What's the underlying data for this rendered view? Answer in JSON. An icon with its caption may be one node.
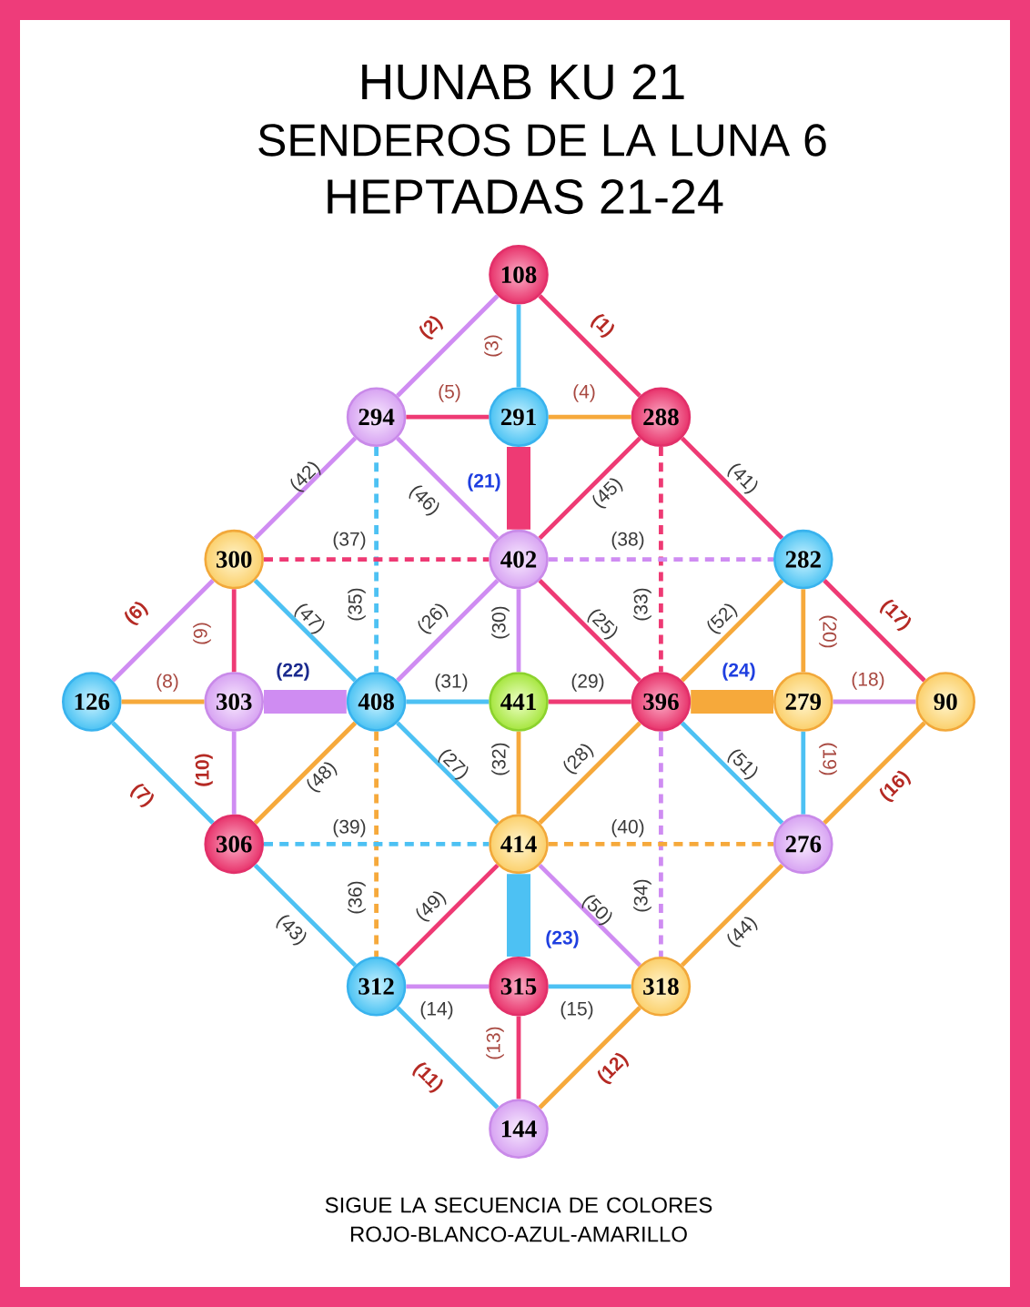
{
  "diagram": {
    "title": "HUNAB KU 21",
    "caption": "SIGUE LA SECUENCIA DE COLORES ROJO-BLANCO-AZUL-AMARILLO",
    "nodes": [
      {
        "text": [
          "108"
        ]
      },
      {
        "text": [
          "294"
        ]
      },
      {
        "text": [
          "291"
        ]
      },
      {
        "text": [
          "288"
        ]
      },
      {
        "text": [
          "300"
        ]
      },
      {
        "text": [
          "402"
        ]
      },
      {
        "text": [
          "282"
        ]
      },
      {
        "text": [
          "126"
        ]
      },
      {
        "text": [
          "303"
        ]
      },
      {
        "text": [
          "408"
        ]
      },
      {
        "text": [
          "441"
        ]
      },
      {
        "text": [
          "396"
        ]
      },
      {
        "text": [
          "279"
        ]
      },
      {
        "text": [
          "90"
        ]
      },
      {
        "text": [
          "306"
        ]
      },
      {
        "text": [
          "414"
        ]
      },
      {
        "text": [
          "276"
        ]
      },
      {
        "text": [
          "312"
        ]
      },
      {
        "text": [
          "315"
        ]
      },
      {
        "text": [
          "318"
        ]
      },
      {
        "text": [
          "144"
        ]
      }
    ],
    "edges": [
      {
        "from": 0,
        "to": 3,
        "arrow": "none",
        "label": "(1)",
        "color": "#ee3a74"
      },
      {
        "from": 0,
        "to": 1,
        "arrow": "none",
        "label": "(2)",
        "color": "#cf8cf2"
      },
      {
        "from": 0,
        "to": 2,
        "arrow": "none",
        "label": "(3)",
        "color": "#4dc1f3"
      },
      {
        "from": 2,
        "to": 3,
        "arrow": "none",
        "label": "(4)",
        "color": "#f6a93b"
      },
      {
        "from": 1,
        "to": 2,
        "arrow": "none",
        "label": "(5)",
        "color": "#ee3a74"
      },
      {
        "from": 7,
        "to": 4,
        "arrow": "none",
        "label": "(6)",
        "color": "#cf8cf2"
      },
      {
        "from": 7,
        "to": 14,
        "arrow": "none",
        "label": "(7)",
        "color": "#4dc1f3"
      },
      {
        "from": 7,
        "to": 8,
        "arrow": "none",
        "label": "(8)",
        "color": "#f6a93b"
      },
      {
        "from": 4,
        "to": 8,
        "arrow": "none",
        "label": "(9)",
        "color": "#ee3a74"
      },
      {
        "from": 8,
        "to": 14,
        "arrow": "none",
        "label": "(10)",
        "color": "#cf8cf2"
      },
      {
        "from": 20,
        "to": 17,
        "arrow": "none",
        "label": "(11)",
        "color": "#4dc1f3"
      },
      {
        "from": 20,
        "to": 19,
        "arrow": "none",
        "label": "(12)",
        "color": "#f6a93b"
      },
      {
        "from": 18,
        "to": 20,
        "arrow": "none",
        "label": "(13)",
        "color": "#ee3a74"
      },
      {
        "from": 17,
        "to": 18,
        "arrow": "none",
        "label": "(14)",
        "color": "#cf8cf2"
      },
      {
        "from": 18,
        "to": 19,
        "arrow": "none",
        "label": "(15)",
        "color": "#4dc1f3"
      },
      {
        "from": 13,
        "to": 16,
        "arrow": "none",
        "label": "(16)",
        "color": "#f6a93b"
      },
      {
        "from": 6,
        "to": 13,
        "arrow": "none",
        "label": "(17)",
        "color": "#ee3a74"
      },
      {
        "from": 12,
        "to": 13,
        "arrow": "none",
        "label": "(18)",
        "color": "#cf8cf2"
      },
      {
        "from": 12,
        "to": 16,
        "arrow": "none",
        "label": "(19)",
        "color": "#4dc1f3"
      },
      {
        "from": 6,
        "to": 12,
        "arrow": "none",
        "label": "(20)",
        "color": "#f6a93b"
      },
      {
        "from": 2,
        "to": 5,
        "arrow": "none",
        "label": "(21)",
        "style": "thick",
        "color": "#ee3a74"
      },
      {
        "from": 8,
        "to": 9,
        "arrow": "none",
        "label": "(22)",
        "style": "thick",
        "color": "#cf8cf2"
      },
      {
        "from": 15,
        "to": 18,
        "arrow": "none",
        "label": "(23)",
        "style": "thick",
        "color": "#4dc1f3"
      },
      {
        "from": 11,
        "to": 12,
        "arrow": "none",
        "label": "(24)",
        "style": "thick",
        "color": "#f6a93b"
      },
      {
        "from": 5,
        "to": 11,
        "arrow": "none",
        "label": "(25)",
        "color": "#ee3a74"
      },
      {
        "from": 9,
        "to": 5,
        "arrow": "none",
        "label": "(26)",
        "color": "#cf8cf2"
      },
      {
        "from": 9,
        "to": 15,
        "arrow": "none",
        "label": "(27)",
        "color": "#4dc1f3"
      },
      {
        "from": 11,
        "to": 15,
        "arrow": "none",
        "label": "(28)",
        "color": "#f6a93b"
      },
      {
        "from": 10,
        "to": 11,
        "arrow": "none",
        "label": "(29)",
        "color": "#ee3a74"
      },
      {
        "from": 5,
        "to": 10,
        "arrow": "none",
        "label": "(30)",
        "color": "#cf8cf2"
      },
      {
        "from": 9,
        "to": 10,
        "arrow": "none",
        "label": "(31)",
        "color": "#4dc1f3"
      },
      {
        "from": 10,
        "to": 15,
        "arrow": "none",
        "label": "(32)",
        "color": "#f6a93b"
      },
      {
        "from": 3,
        "to": 11,
        "arrow": "none",
        "label": "(33)",
        "style": "dashed",
        "color": "#ee3a74"
      },
      {
        "from": 11,
        "to": 19,
        "arrow": "none",
        "label": "(34)",
        "style": "dashed",
        "color": "#cf8cf2"
      },
      {
        "from": 1,
        "to": 9,
        "arrow": "none",
        "label": "(35)",
        "style": "dashed",
        "color": "#4dc1f3"
      },
      {
        "from": 9,
        "to": 17,
        "arrow": "none",
        "label": "(36)",
        "style": "dashed",
        "color": "#f6a93b"
      },
      {
        "from": 4,
        "to": 5,
        "arrow": "none",
        "label": "(37)",
        "style": "dashed",
        "color": "#ee3a74"
      },
      {
        "from": 5,
        "to": 6,
        "arrow": "none",
        "label": "(38)",
        "style": "dashed",
        "color": "#cf8cf2"
      },
      {
        "from": 14,
        "to": 15,
        "arrow": "none",
        "label": "(39)",
        "style": "dashed",
        "color": "#4dc1f3"
      },
      {
        "from": 15,
        "to": 16,
        "arrow": "none",
        "label": "(40)",
        "style": "dashed",
        "color": "#f6a93b"
      },
      {
        "from": 3,
        "to": 6,
        "arrow": "none",
        "label": "(41)",
        "color": "#ee3a74"
      },
      {
        "from": 1,
        "to": 4,
        "arrow": "none",
        "label": "(42)",
        "color": "#cf8cf2"
      },
      {
        "from": 14,
        "to": 17,
        "arrow": "none",
        "label": "(43)",
        "color": "#4dc1f3"
      },
      {
        "from": 19,
        "to": 16,
        "arrow": "none",
        "label": "(44)",
        "color": "#f6a93b"
      },
      {
        "from": 3,
        "to": 5,
        "arrow": "none",
        "label": "(45)",
        "color": "#ee3a74"
      },
      {
        "from": 1,
        "to": 5,
        "arrow": "none",
        "label": "(46)",
        "color": "#cf8cf2"
      },
      {
        "from": 4,
        "to": 9,
        "arrow": "none",
        "label": "(47)",
        "color": "#4dc1f3"
      },
      {
        "from": 14,
        "to": 9,
        "arrow": "none",
        "label": "(48)",
        "color": "#f6a93b"
      },
      {
        "from": 17,
        "to": 15,
        "arrow": "none",
        "label": "(49)",
        "color": "#ee3a74"
      },
      {
        "from": 15,
        "to": 19,
        "arrow": "none",
        "label": "(50)",
        "color": "#cf8cf2"
      },
      {
        "from": 11,
        "to": 16,
        "arrow": "none",
        "label": "(51)",
        "color": "#4dc1f3"
      },
      {
        "from": 11,
        "to": 6,
        "arrow": "none",
        "label": "(52)",
        "color": "#f6a93b"
      }
    ],
    "labels": [
      "SENDEROS DE LA LUNA 6",
      "HEPTADAS 21-24"
    ]
  }
}
